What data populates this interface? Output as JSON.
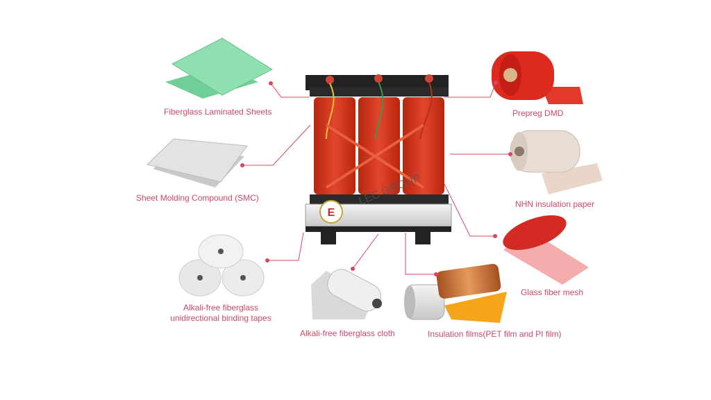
{
  "colors": {
    "label": "#c94a67",
    "connector": "#d9475f",
    "transformer": "#d63a1f"
  },
  "watermark": "LEC GROUP",
  "components": [
    {
      "label": "Fiberglass Laminated Sheets"
    },
    {
      "label": "Sheet Molding Compound (SMC)"
    },
    {
      "label_line1": "Alkali-free fiberglass",
      "label_line2": "unidirectional binding tapes"
    },
    {
      "label": "Alkali-free fiberglass cloth"
    },
    {
      "label": "Insulation films(PET film and PI film)"
    },
    {
      "label": "Glass fiber mesh"
    },
    {
      "label": "NHN insulation paper"
    },
    {
      "label": "Prepreg DMD"
    }
  ]
}
